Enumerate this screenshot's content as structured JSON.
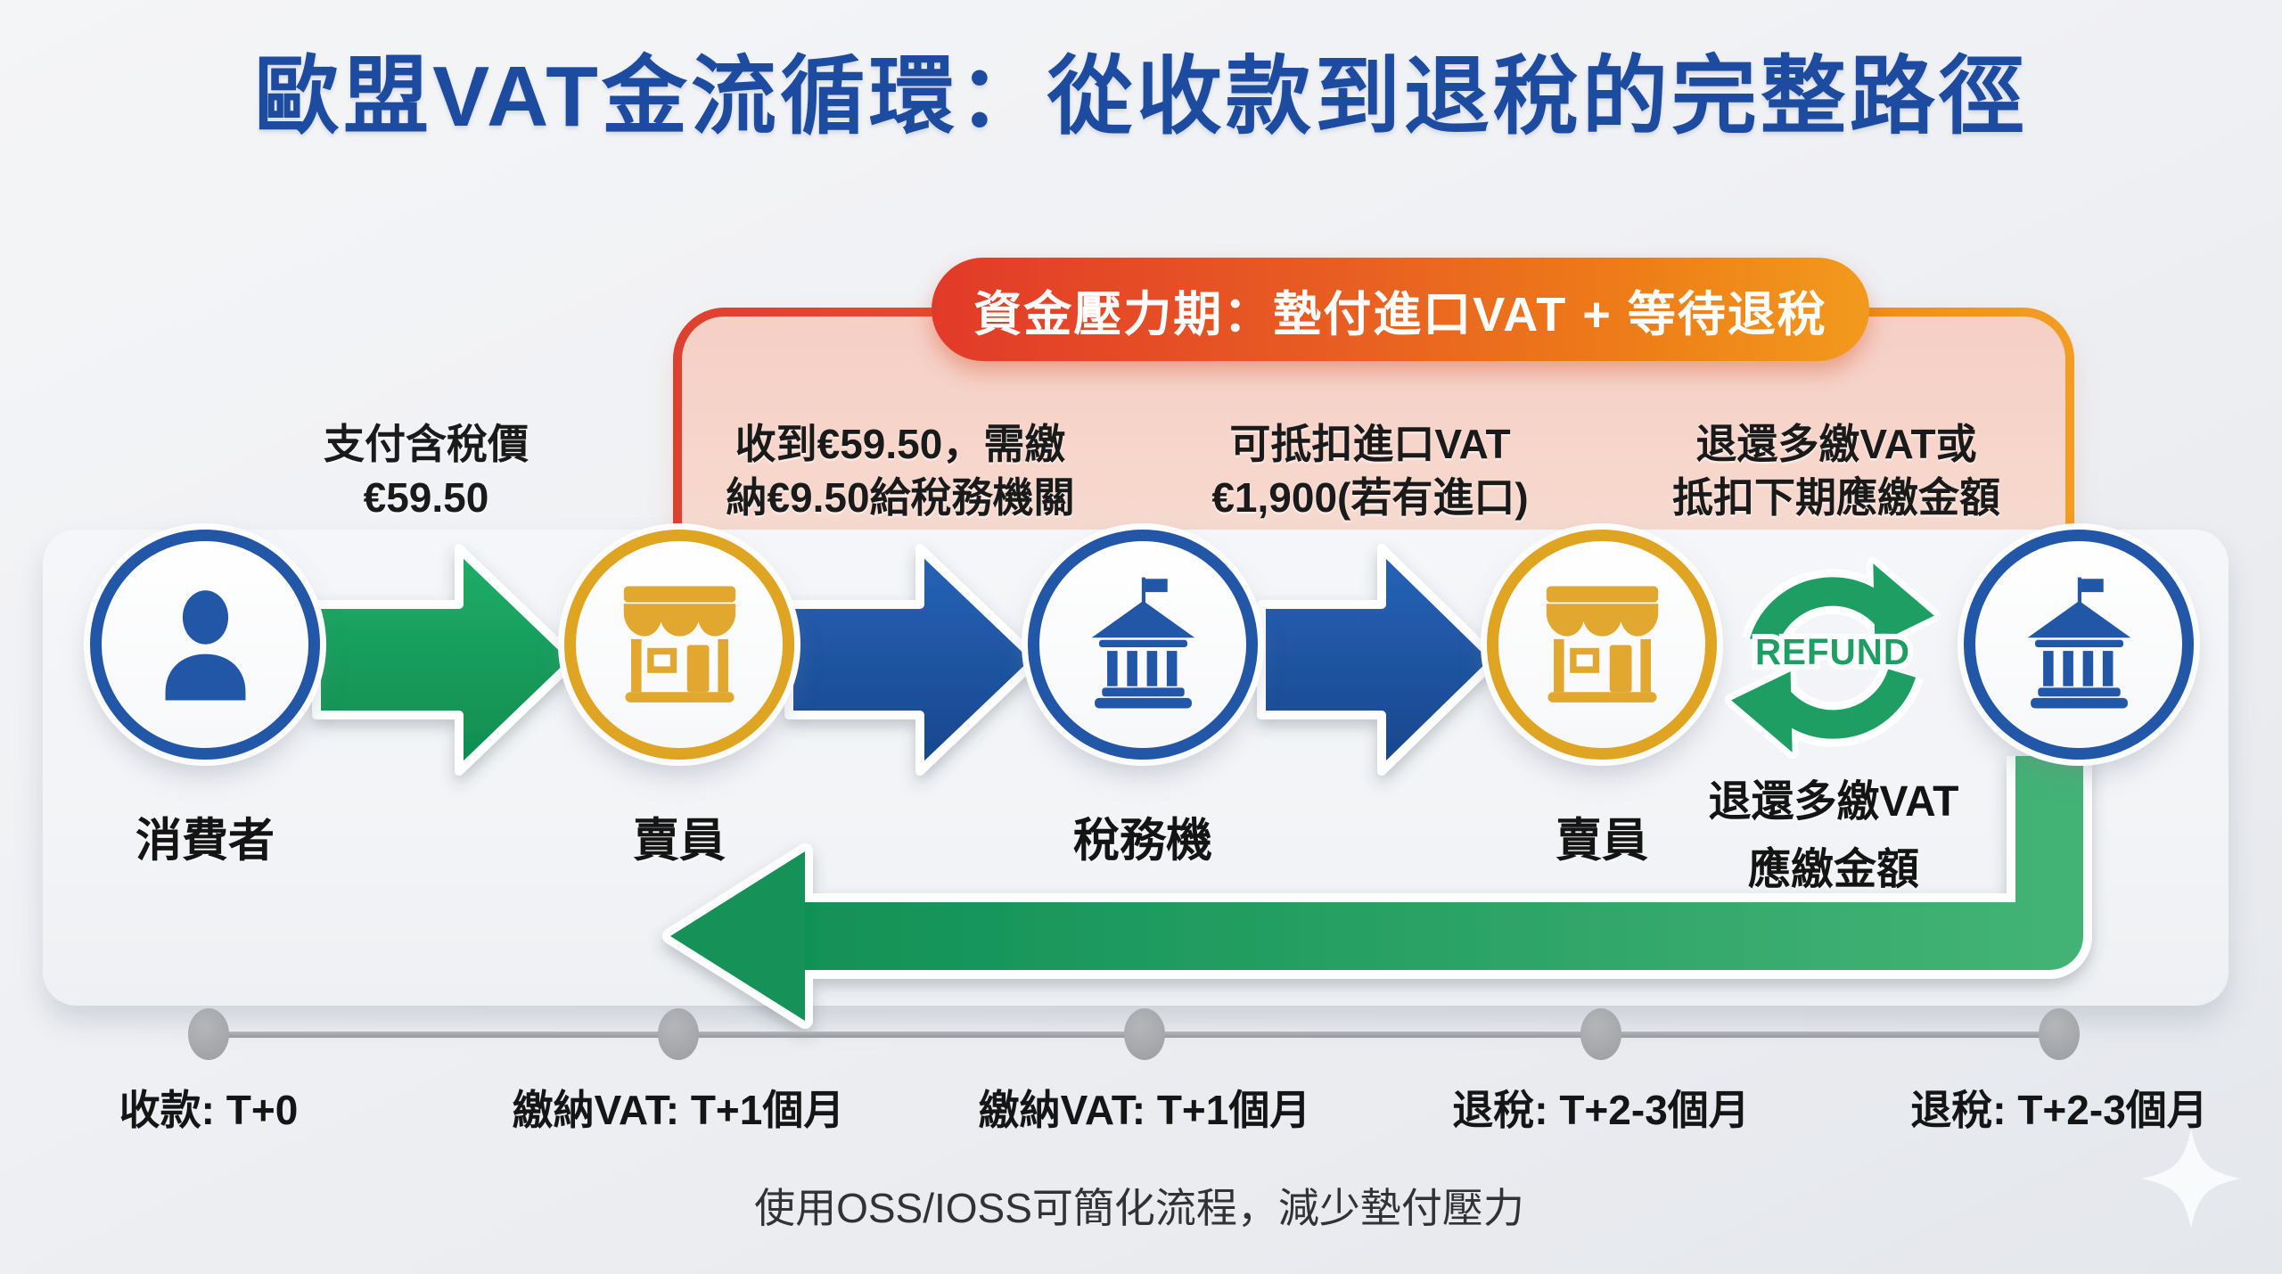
{
  "title": "歐盟VAT金流循環：從收款到退稅的完整路徑",
  "pressure_banner": {
    "label": "資金壓力期：墊付進口VAT + 等待退稅"
  },
  "flow": {
    "nodes": [
      {
        "label": "消費者",
        "icon": "person-icon",
        "ring_color": "#2257a8"
      },
      {
        "label": "賣員",
        "icon": "store-icon",
        "ring_color": "#dfa522"
      },
      {
        "label": "稅務機",
        "icon": "bank-icon",
        "ring_color": "#2257a8"
      },
      {
        "label": "賣員",
        "icon": "store-icon",
        "ring_color": "#dfa522"
      },
      {
        "label": "",
        "icon": "bank-icon",
        "ring_color": "#2257a8"
      }
    ],
    "edge_labels": [
      {
        "line1": "支付含稅價",
        "line2": "€59.50"
      },
      {
        "line1": "收到€59.50，需繳",
        "line2": "納€9.50給稅務機關"
      },
      {
        "line1": "可抵扣進口VAT",
        "line2": "€1,900(若有進口)"
      },
      {
        "line1": "退還多繳VAT或",
        "line2": "抵扣下期應繳金額"
      }
    ],
    "refund": {
      "badge": "REFUND",
      "caption_line1": "退還多繳VAT",
      "caption_line2": "應繳金額"
    }
  },
  "timeline": {
    "milestones": [
      {
        "label": "收款: T+0"
      },
      {
        "label": "繳納VAT: T+1個月"
      },
      {
        "label": "繳納VAT: T+1個月"
      },
      {
        "label": "退稅: T+2-3個月"
      },
      {
        "label": "退稅: T+2-3個月"
      }
    ]
  },
  "footnote": "使用OSS/IOSS可簡化流程，減少墊付壓力",
  "colors": {
    "title_blue": "#1d4ba0",
    "banner_red": "#e23a29",
    "banner_orange": "#f29a1d",
    "box_border_red": "#de4030",
    "box_border_orange": "#f29d22",
    "arrow_green": "#17a05e",
    "arrow_blue": "#1d55a8",
    "node_blue": "#2257a8",
    "node_gold": "#dfa522",
    "refund_green": "#1f9e63",
    "timeline_gray": "#9b9da1"
  }
}
